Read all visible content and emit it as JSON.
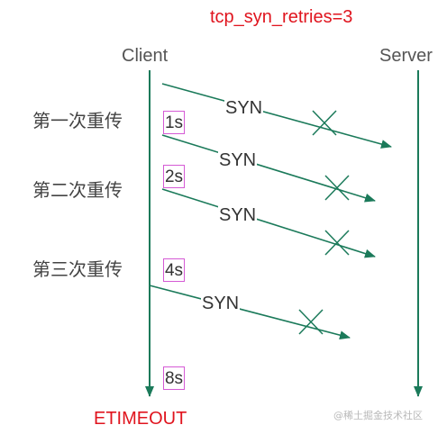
{
  "title": "tcp_syn_retries=3",
  "actors": {
    "client": "Client",
    "server": "Server"
  },
  "retries": [
    {
      "label": "第一次重传",
      "interval": "1s"
    },
    {
      "label": "第二次重传",
      "interval": "2s"
    },
    {
      "label": "第三次重传",
      "interval": "4s"
    }
  ],
  "final_interval": "8s",
  "message_label": "SYN",
  "result": "ETIMEOUT",
  "watermark": "@稀土掘金技术社区",
  "colors": {
    "lifeline": "#1b7a5a",
    "title": "#e0141e",
    "box_border": "#d55ad5"
  }
}
